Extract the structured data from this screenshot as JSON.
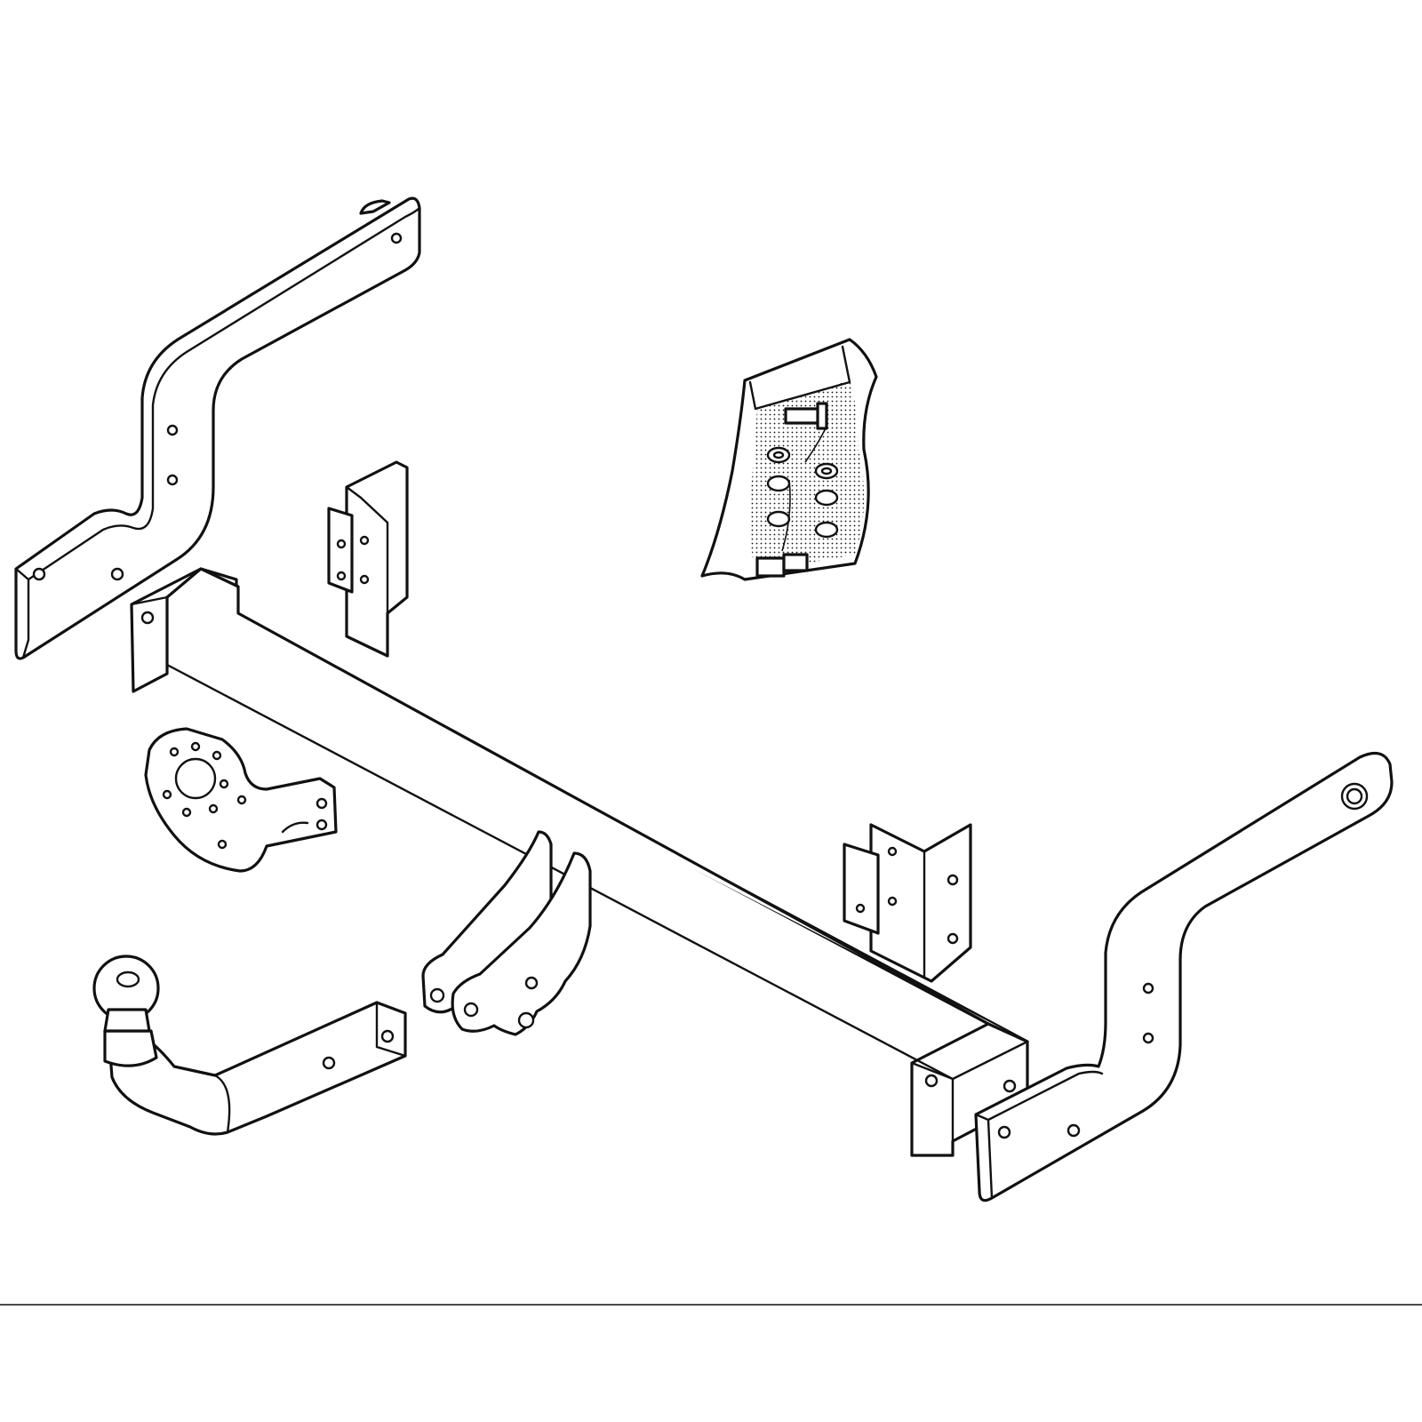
{
  "diagram": {
    "parts": [
      {
        "id": "left-side-bracket",
        "icon": "bracket-icon"
      },
      {
        "id": "right-side-bracket",
        "icon": "bracket-icon"
      },
      {
        "id": "main-crossbar",
        "icon": "crossbar-icon"
      },
      {
        "id": "upper-angle-bracket",
        "icon": "angle-bracket-icon"
      },
      {
        "id": "lower-angle-bracket",
        "icon": "angle-bracket-icon"
      },
      {
        "id": "hardware-bag",
        "icon": "fastener-bag-icon"
      },
      {
        "id": "socket-plate",
        "icon": "socket-plate-icon"
      },
      {
        "id": "tow-ball-neck",
        "icon": "tow-ball-icon"
      },
      {
        "id": "center-mounting-plates",
        "icon": "mount-plate-icon"
      }
    ],
    "colors": {
      "line": "#111111",
      "background": "#ffffff"
    }
  }
}
